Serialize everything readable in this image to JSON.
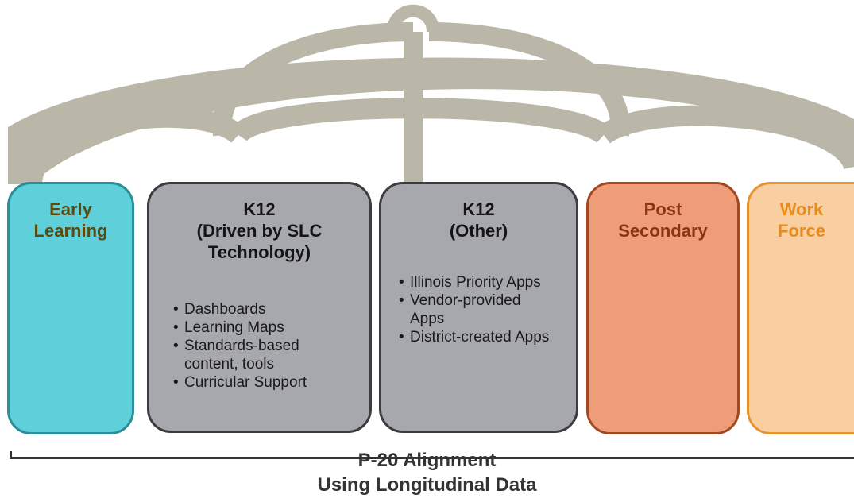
{
  "columns": [
    {
      "id": "early",
      "title": [
        "Early",
        "Learning"
      ],
      "bullets": []
    },
    {
      "id": "k12a",
      "title": [
        "K12",
        "(Driven by SLC",
        "Technology)"
      ],
      "bullets": [
        "Dashboards",
        "Learning Maps",
        "Standards-based content, tools",
        "Curricular Support"
      ]
    },
    {
      "id": "k12b",
      "title": [
        "K12",
        "(Other)"
      ],
      "bullets": [
        "Illinois Priority Apps",
        "Vendor-provided Apps",
        "District-created Apps"
      ]
    },
    {
      "id": "post",
      "title": [
        "Post",
        "Secondary"
      ],
      "bullets": []
    },
    {
      "id": "work",
      "title": [
        "Work",
        "Force"
      ],
      "bullets": []
    }
  ],
  "footer": {
    "line1": "P-20 Alignment",
    "line2": "Using Longitudinal Data"
  },
  "colors": {
    "umbrella": "#bab6a8",
    "early": "#5fcfda",
    "k12": "#a7a8ad",
    "post": "#ef9d79",
    "work": "#f9cea0"
  }
}
